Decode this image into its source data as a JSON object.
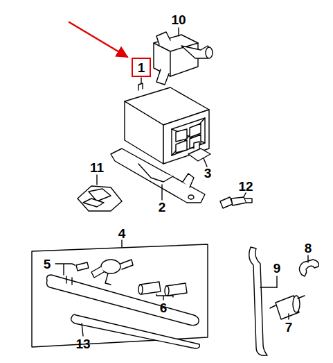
{
  "diagram": {
    "nodes": [
      {
        "text": [
          "1"
        ]
      }
    ],
    "labels": [
      "10",
      "11",
      "2",
      "3",
      "12",
      "4",
      "5",
      "6",
      "9",
      "8",
      "7",
      "13"
    ]
  }
}
